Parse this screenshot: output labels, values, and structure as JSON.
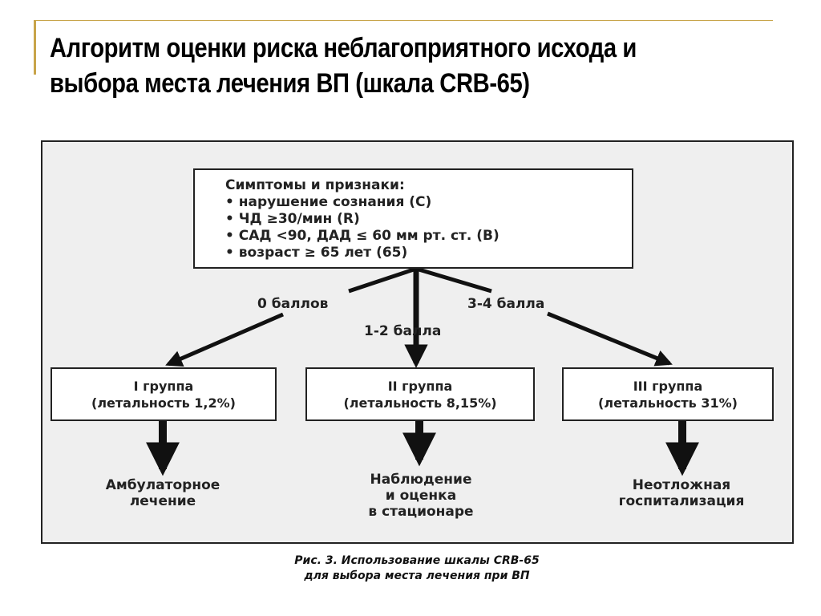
{
  "slide": {
    "title_line1": "Алгоритм оценки риска неблагоприятного исхода и",
    "title_line2": "выбора места лечения ВП (шкала CRB-65)",
    "accent_color": "#c8a44a"
  },
  "diagram": {
    "symptoms": {
      "heading": "Симптомы и признаки:",
      "items": [
        "• нарушение сознания (С)",
        "• ЧД ≥30/мин (R)",
        "• САД <90, ДАД ≤ 60 мм рт. ст. (B)",
        "• возраст ≥ 65 лет (65)"
      ]
    },
    "branches": {
      "left": "0 баллов",
      "middle": "1-2 балла",
      "right": "3-4 балла"
    },
    "groups": [
      {
        "name": "I группа",
        "lethality": "(летальность 1,2%)"
      },
      {
        "name": "II группа",
        "lethality": "(летальность 8,15%)"
      },
      {
        "name": "III группа",
        "lethality": "(летальность 31%)"
      }
    ],
    "outcomes": [
      {
        "line1": "Амбулаторное",
        "line2": "лечение",
        "line3": ""
      },
      {
        "line1": "Наблюдение",
        "line2": "и оценка",
        "line3": "в стационаре"
      },
      {
        "line1": "Неотложная",
        "line2": "госпитализация",
        "line3": ""
      }
    ],
    "caption_line1": "Рис. 3. Использование шкалы CRB-65",
    "caption_line2": "для выбора места лечения при ВП"
  }
}
